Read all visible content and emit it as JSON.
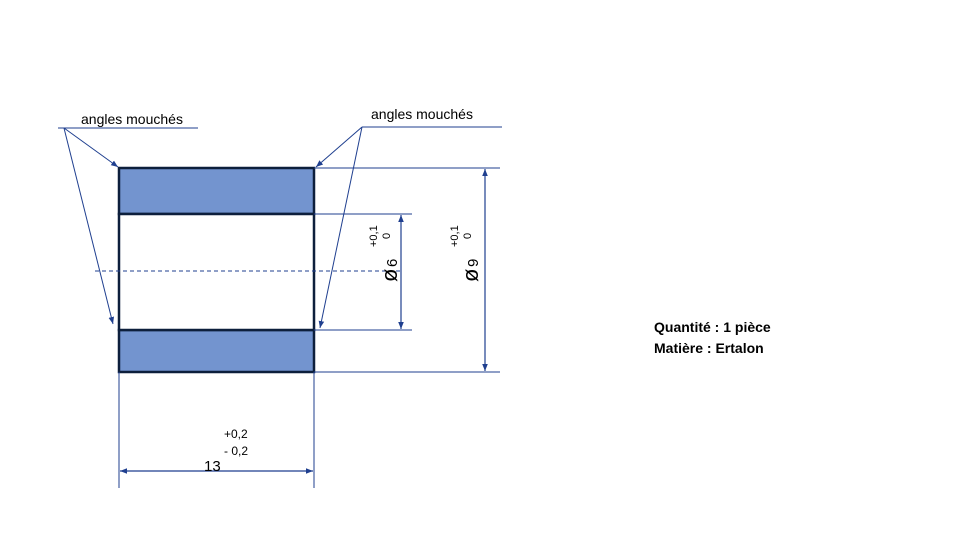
{
  "annotations": {
    "left_label": "angles mouchés",
    "right_label": "angles mouchés"
  },
  "dimensions": {
    "length": {
      "value": "13",
      "tol_plus": "+0,2",
      "tol_minus": "- 0,2"
    },
    "inner_diameter": {
      "symbol": "ø",
      "value": "6",
      "tol_plus": "+0,1",
      "tol_minus": "0"
    },
    "outer_diameter": {
      "symbol": "ø",
      "value": "9",
      "tol_plus": "+0,1",
      "tol_minus": "0"
    }
  },
  "info": {
    "quantity": "Quantité : 1 pièce",
    "material": "Matière : Ertalon"
  },
  "colors": {
    "section_fill": "#7394CF",
    "outline": "#0D1F3C",
    "dimension_line": "#1F3F8F"
  }
}
